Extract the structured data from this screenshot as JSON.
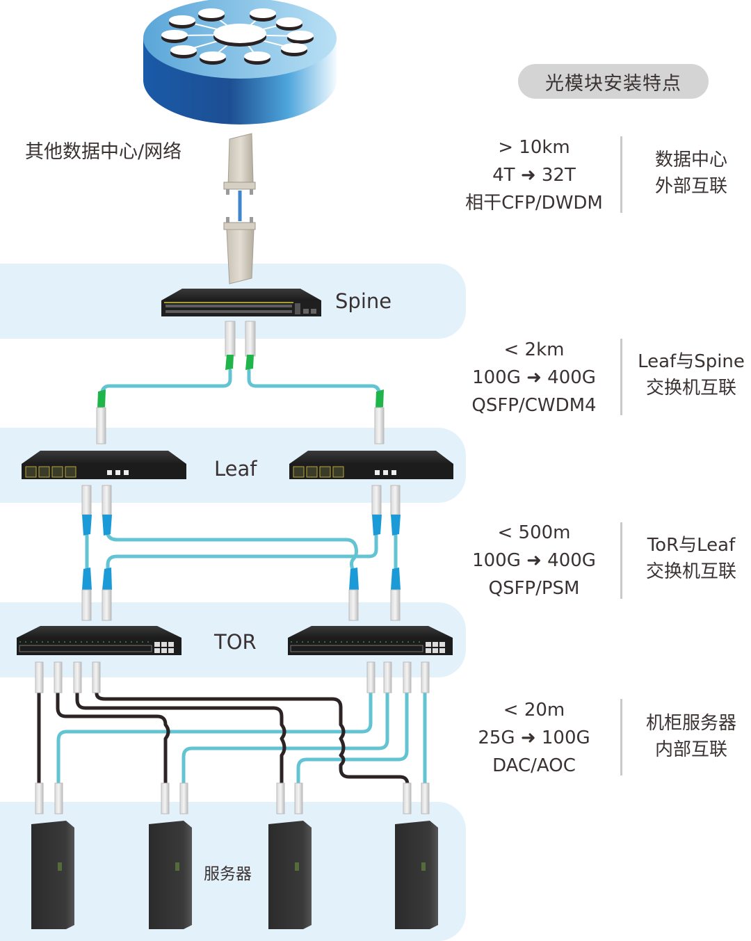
{
  "title": "光模块安装特点",
  "cloud_label": "其他数据中心/网络",
  "layers": {
    "spine": "Spine",
    "leaf": "Leaf",
    "tor": "TOR",
    "server": "服务器"
  },
  "rows": [
    {
      "distance": "> 10km",
      "rate": "4T ➜ 32T",
      "module": "相干CFP/DWDM",
      "desc_line1": "数据中心",
      "desc_line2": "外部互联"
    },
    {
      "distance": "< 2km",
      "rate": "100G ➜ 400G",
      "module": "QSFP/CWDM4",
      "desc_line1": "Leaf与Spine",
      "desc_line2": "交换机互联"
    },
    {
      "distance": "< 500m",
      "rate": "100G ➜ 400G",
      "module": "QSFP/PSM",
      "desc_line1": "ToR与Leaf",
      "desc_line2": "交换机互联"
    },
    {
      "distance": "< 20m",
      "rate": "25G ➜ 100G",
      "module": "DAC/AOC",
      "desc_line1": "机柜服务器",
      "desc_line2": "内部互联"
    }
  ],
  "colors": {
    "band": "#e3f1fb",
    "fiber_cyan": "#62c3d3",
    "dac_black": "#2c2424",
    "latch_green": "#1fb54a",
    "latch_blue": "#1a9ad6",
    "pill": "#d4d4d4"
  }
}
